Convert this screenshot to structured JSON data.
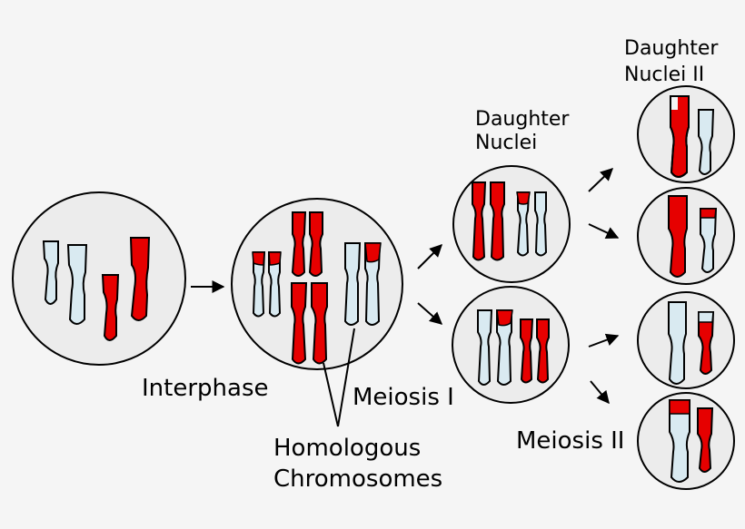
{
  "labels": {
    "interphase": "Interphase",
    "meiosis_1": "Meiosis I",
    "homologous_line1": "Homologous",
    "homologous_line2": "Chromosomes",
    "daughter_nuclei_line1": "Daughter",
    "daughter_nuclei_line2": "Nuclei",
    "daughter_nuclei_2_line1": "Daughter",
    "daughter_nuclei_2_line2": "Nuclei II",
    "meiosis_2": "Meiosis II"
  },
  "colors": {
    "maternal_chromosome": "#e60000",
    "paternal_chromosome": "#d9eaf1",
    "nucleus_fill": "#ececec",
    "outline": "#000000",
    "background": "#f5f5f5"
  }
}
